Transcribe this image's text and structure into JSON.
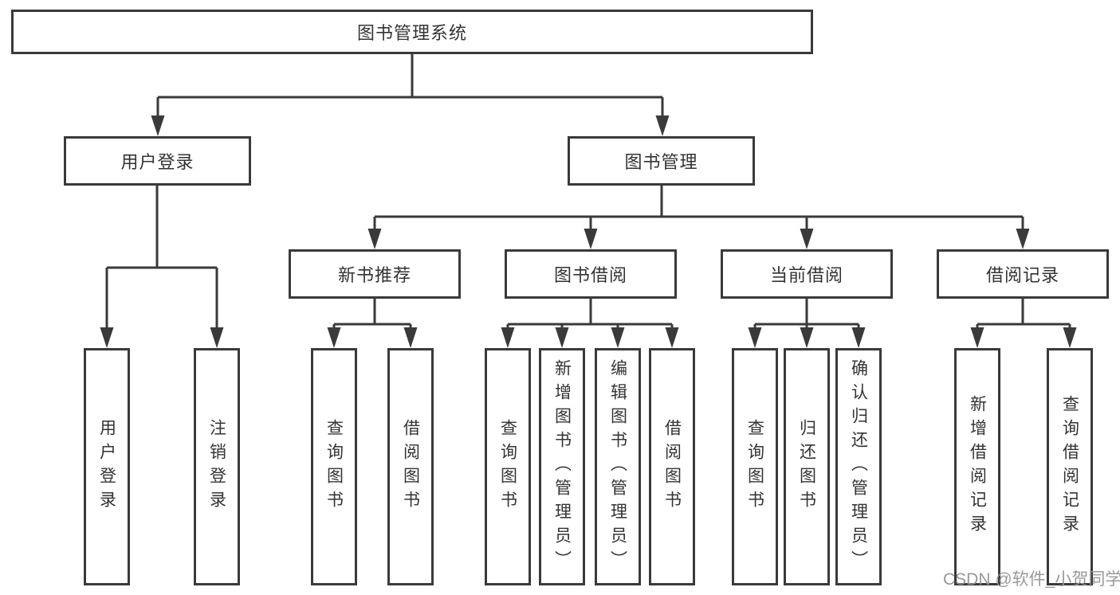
{
  "tree": {
    "root": {
      "label": "图书管理系统"
    },
    "branches": [
      {
        "label": "用户登录",
        "children": [
          {
            "label": "用户登录"
          },
          {
            "label": "注销登录"
          }
        ]
      },
      {
        "label": "图书管理",
        "children": [
          {
            "label": "新书推荐",
            "children": [
              {
                "label": "查询图书"
              },
              {
                "label": "借阅图书"
              }
            ]
          },
          {
            "label": "图书借阅",
            "children": [
              {
                "label": "查询图书"
              },
              {
                "label": "新增图书（管理员）"
              },
              {
                "label": "编辑图书（管理员）"
              },
              {
                "label": "借阅图书"
              }
            ]
          },
          {
            "label": "当前借阅",
            "children": [
              {
                "label": "查询图书"
              },
              {
                "label": "归还图书"
              },
              {
                "label": "确认归还（管理员）"
              }
            ]
          },
          {
            "label": "借阅记录",
            "children": [
              {
                "label": "新增借阅记录"
              },
              {
                "label": "查询借阅记录"
              }
            ]
          }
        ]
      }
    ]
  },
  "watermark": {
    "text": "CSDN @软件_小贺同学"
  },
  "colors": {
    "line": "#3a3a3a",
    "text": "#333333",
    "box_fill": "#ffffff",
    "background": "#ffffff",
    "watermark": "#949494"
  }
}
